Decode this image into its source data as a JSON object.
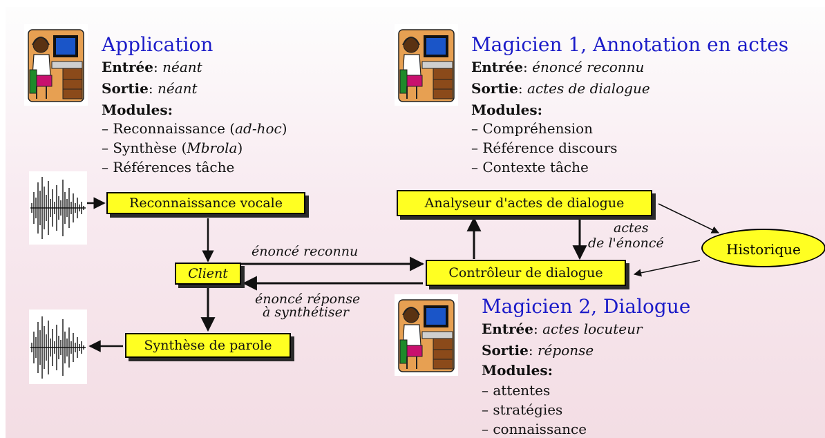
{
  "application": {
    "title": "Application",
    "input_label": "Entrée",
    "input_value": "néant",
    "output_label": "Sortie",
    "output_value": "néant",
    "modules_label": "Modules:",
    "modules": [
      {
        "prefix": "– Reconnaissance (",
        "em": "ad-hoc",
        "suffix": ")"
      },
      {
        "prefix": "– Synthèse (",
        "em": "Mbrola",
        "suffix": ")"
      },
      {
        "prefix": "– Références tâche",
        "em": "",
        "suffix": ""
      }
    ]
  },
  "wizard1": {
    "title_bold": "Magicien 1",
    "title_rest": ", Annotation en actes",
    "input_label": "Entrée",
    "input_value": "énoncé reconnu",
    "output_label": "Sortie",
    "output_value": "actes de dialogue",
    "modules_label": "Modules:",
    "modules": [
      "– Compréhension",
      "– Référence discours",
      "– Contexte tâche"
    ]
  },
  "wizard2": {
    "title_bold": "Magicien 2",
    "title_rest": ", Dialogue",
    "input_label": "Entrée",
    "input_value": "actes locuteur",
    "output_label": "Sortie",
    "output_value": "réponse",
    "modules_label": "Modules:",
    "modules": [
      "– attentes",
      "– stratégies",
      "– connaissance"
    ]
  },
  "boxes": {
    "reco": "Reconnaissance vocale",
    "client": "Client",
    "synth": "Synthèse de parole",
    "analyseur": "Analyseur d'actes de dialogue",
    "controleur": "Contrôleur de dialogue",
    "historique": "Historique"
  },
  "edge_labels": {
    "recognized": "énoncé reconnu",
    "response_1": "énoncé réponse",
    "response_2": "à synthétiser",
    "acts_1": "actes",
    "acts_2": "de l'énoncé"
  },
  "colors": {
    "title_blue": "#1b1bc8",
    "box_yellow": "#ffff22",
    "shadow": "#2a2a2a"
  }
}
